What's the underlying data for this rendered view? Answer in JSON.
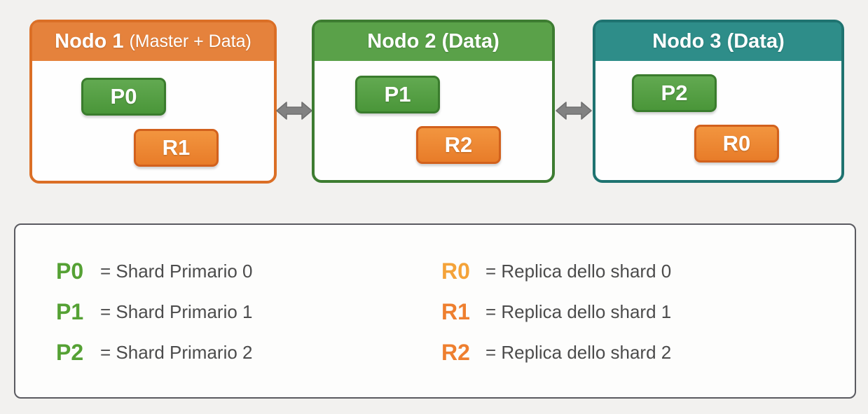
{
  "page": {
    "background_color": "#f2f1ef"
  },
  "diagram": {
    "connector_color": "#828282",
    "nodes": [
      {
        "title": "Nodo 1",
        "subtitle": "(Master + Data)",
        "header_color": "#e5823c",
        "border_color": "#db6f26",
        "shards": [
          {
            "label": "P0",
            "kind": "primary",
            "fill": "#4f9c3f",
            "border": "#3a7c2d"
          },
          {
            "label": "R1",
            "kind": "replica",
            "fill": "#ee8833",
            "border": "#d2611d"
          }
        ]
      },
      {
        "title": "Nodo 2 (Data)",
        "subtitle": "",
        "header_color": "#5aa149",
        "border_color": "#3d7c31",
        "shards": [
          {
            "label": "P1",
            "kind": "primary",
            "fill": "#4f9c3f",
            "border": "#3a7c2d"
          },
          {
            "label": "R2",
            "kind": "replica",
            "fill": "#ee8833",
            "border": "#d2611d"
          }
        ]
      },
      {
        "title": "Nodo 3 (Data)",
        "subtitle": "",
        "header_color": "#2e8d89",
        "border_color": "#1f7370",
        "shards": [
          {
            "label": "P2",
            "kind": "primary",
            "fill": "#4f9c3f",
            "border": "#3a7c2d"
          },
          {
            "label": "R0",
            "kind": "replica",
            "fill": "#f0923a",
            "border": "#d2611d"
          }
        ]
      }
    ]
  },
  "legend": {
    "background": "#fdfdfc",
    "border_color": "#5a5a60",
    "text_color": "#4c4c4c",
    "left": [
      {
        "key": "P0",
        "key_color": "#55a134",
        "text": "= Shard Primario 0"
      },
      {
        "key": "P1",
        "key_color": "#55a134",
        "text": "= Shard Primario 1"
      },
      {
        "key": "P2",
        "key_color": "#55a134",
        "text": "= Shard Primario 2"
      }
    ],
    "right": [
      {
        "key": "R0",
        "key_color": "#f4a339",
        "text": "= Replica dello shard 0"
      },
      {
        "key": "R1",
        "key_color": "#ee7f2f",
        "text": "= Replica dello shard 1"
      },
      {
        "key": "R2",
        "key_color": "#ee7f2f",
        "text": "= Replica dello shard 2"
      }
    ]
  }
}
